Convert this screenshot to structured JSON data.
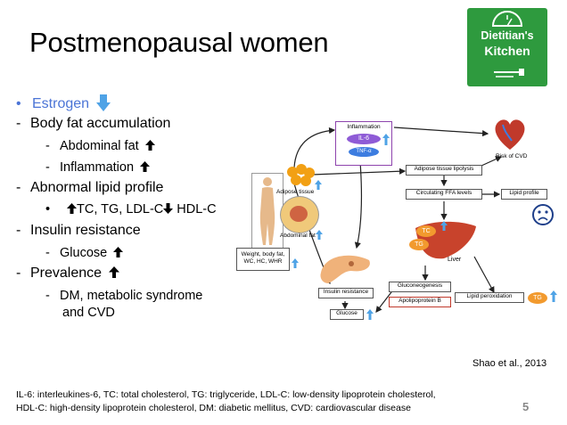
{
  "title": "Postmenopausal women",
  "logo": {
    "line1": "Dietitian's",
    "line2": "Kitchen",
    "icon": "scale-fork-knife-icon"
  },
  "colors": {
    "estrogen": "#4b74d6",
    "logo_green": "#2e9a3e",
    "arrow_blue": "#4fa3e6",
    "liver": "#c8432c",
    "tc_orange": "#f29a2e"
  },
  "bullets": {
    "estrogen": "Estrogen",
    "fat": "Body fat accumulation",
    "abdominal": "Abdominal fat",
    "inflammation": "Inflammation",
    "lipid": "Abnormal lipid profile",
    "lipid_detail_a": "TC, TG, LDL-C",
    "lipid_detail_b": " HDL-C",
    "insulin": "Insulin resistance",
    "glucose": "Glucose",
    "prevalence": "Prevalence",
    "dm": "DM, metabolic syndrome",
    "cvd": "and CVD"
  },
  "diagram": {
    "inflammation": "Inflammation",
    "il6": "IL-6",
    "tnf": "TNF-α",
    "adipose_lipolysis": "Adipose tissue lipolysis",
    "circulating_ffa": "Circulating FFA levels",
    "lipid_profile": "Lipid profile",
    "risk_cvd": "Risk of CVD",
    "adipose_tissue": "Adipose tissue",
    "abdominal_fat": "Abdominal fat",
    "weight_box": "Weight, body fat, WC, HC, WHR",
    "tc": "TC",
    "tg": "TG",
    "liver": "Liver",
    "gluconeogenesis": "Gluconeogenesis",
    "apolipoprotein": "Apolipoprotein B",
    "lipid_peroxidation": "Lipid peroxidation",
    "tg_label": "TG",
    "insulin_resistance": "Insulin resistance",
    "glucose": "Glucose"
  },
  "reference": "Shao et al., 2013",
  "footnote_line1": "IL-6: interleukines-6, TC: total cholesterol, TG: triglyceride, LDL-C: low-density lipoprotein cholesterol,",
  "footnote_line2": "HDL-C:  high-density lipoprotein cholesterol, DM: diabetic mellitus, CVD: cardiovascular disease",
  "page_number": "5"
}
